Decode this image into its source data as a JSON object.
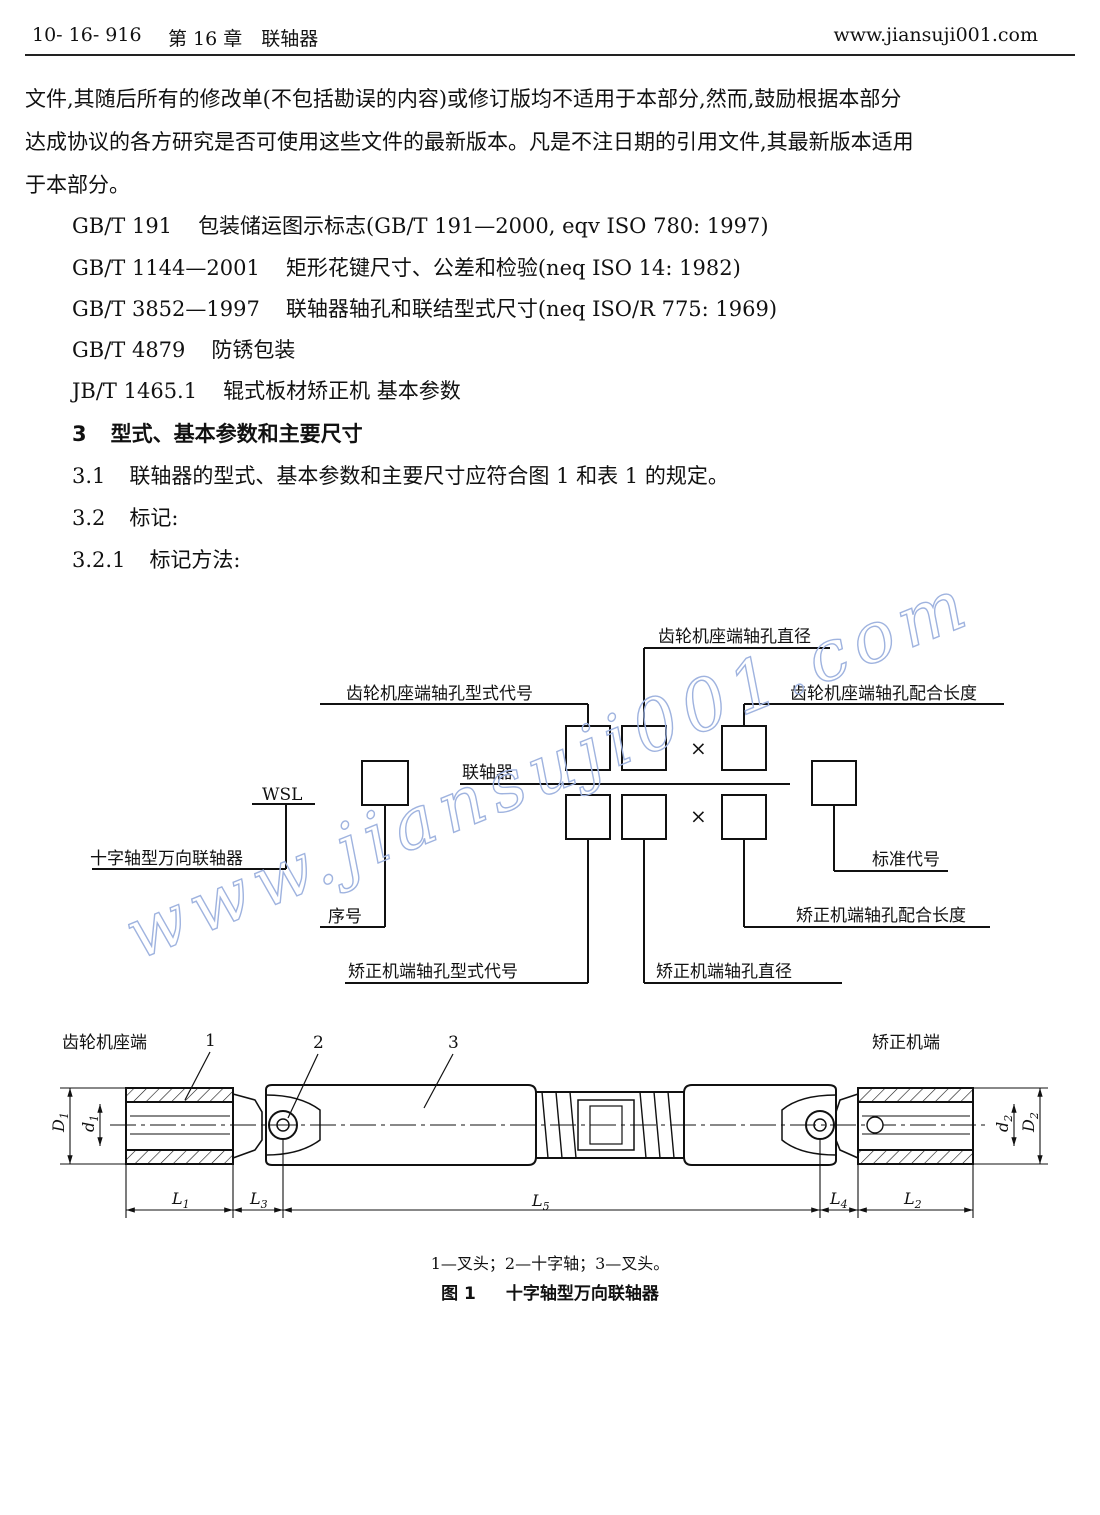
{
  "header": {
    "page_number": "10- 16- 916",
    "chapter": "第 16 章　联轴器",
    "website": "www.jiansuji001.com"
  },
  "intro": {
    "lines": [
      "文件,其随后所有的修改单(不包括勘误的内容)或修订版均不适用于本部分,然而,鼓励根据本部分",
      "达成协议的各方研究是否可使用这些文件的最新版本。凡是不注日期的引用文件,其最新版本适用",
      "于本部分。"
    ]
  },
  "references": [
    {
      "code": "GB/T 191",
      "title": "包装储运图示标志(GB/T 191—2000, eqv ISO 780: 1997)"
    },
    {
      "code": "GB/T 1144—2001",
      "title": "矩形花键尺寸、公差和检验(neq ISO 14: 1982)"
    },
    {
      "code": "GB/T 3852—1997",
      "title": "联轴器轴孔和联结型式尺寸(neq ISO/R 775: 1969)"
    },
    {
      "code": "GB/T 4879",
      "title": "防锈包装"
    },
    {
      "code": "JB/T 1465.1",
      "title": "辊式板材矫正机 基本参数"
    }
  ],
  "section3": {
    "num": "3",
    "title": "型式、基本参数和主要尺寸",
    "c31_num": "3.1",
    "c31_text": "联轴器的型式、基本参数和主要尺寸应符合图 1 和表 1 的规定。",
    "c32_num": "3.2",
    "c32_text": "标记:",
    "c321_num": "3.2.1",
    "c321_text": "标记方法:"
  },
  "marking_diagram": {
    "code_text": "WSL",
    "labels": {
      "cross_shaft_coupling": "十字轴型万向联轴器",
      "serial_number": "序号",
      "coupling": "联轴器",
      "gear_bore_type": "齿轮机座端轴孔型式代号",
      "gear_bore_diameter": "齿轮机座端轴孔直径",
      "gear_bore_length": "齿轮机座端轴孔配合长度",
      "standard_code": "标准代号",
      "straightener_bore_length": "矫正机端轴孔配合长度",
      "straightener_bore_diameter": "矫正机端轴孔直径",
      "straightener_bore_type": "矫正机端轴孔型式代号"
    },
    "times_symbol": "×"
  },
  "assembly_drawing": {
    "left_end": "齿轮机座端",
    "right_end": "矫正机端",
    "callouts": [
      "1",
      "2",
      "3"
    ],
    "dimensions": {
      "D1": "D",
      "D1_sub": "1",
      "d1": "d",
      "d1_sub": "1",
      "d2": "d",
      "d2_sub": "2",
      "D2": "D",
      "D2_sub": "2",
      "L1": "L",
      "L1_sub": "1",
      "L2": "L",
      "L2_sub": "2",
      "L3": "L",
      "L3_sub": "3",
      "L4": "L",
      "L4_sub": "4",
      "L5": "L",
      "L5_sub": "5"
    }
  },
  "watermark": "www.jiansuji001.com",
  "figure": {
    "legend": "1—叉头；2—十字轴；3—叉头。",
    "number": "图 1",
    "title": "十字轴型万向联轴器"
  }
}
